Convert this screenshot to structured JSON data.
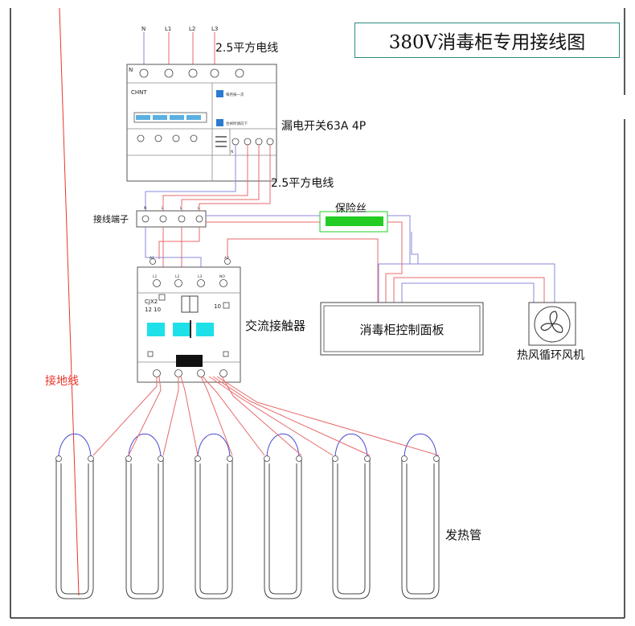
{
  "title": "380V消毒柜专用接线图",
  "wire_label_top": "2.5平方电线",
  "wire_label_mid": "2.5平方电线",
  "breaker": {
    "label": "漏电开关63A  4P",
    "brand": "CHNT",
    "top_terminals": [
      "N",
      "L1",
      "L2",
      "L3"
    ],
    "corner_n": "N",
    "bottom_n": "N",
    "note1": "每月按一次",
    "note2": "合闸时请向下"
  },
  "terminal_block": {
    "label": "接线端子",
    "terminals": [
      "N",
      "L",
      "L",
      "L"
    ]
  },
  "fuse_label": "保险丝",
  "contactor": {
    "label": "交流接触器",
    "model": "CJX2",
    "rating": "12  10",
    "aux": "10",
    "coil_a1": "A1",
    "coil_a2": "A2",
    "terminals": [
      "L1",
      "L2",
      "L3",
      "NO"
    ]
  },
  "control_panel_label": "消毒柜控制面板",
  "fan_label": "热风循环风机",
  "ground_label": "接地线",
  "heater_label": "发热管",
  "colors": {
    "ground_wire": "#e8362b",
    "live_wire": "#e86a6a",
    "neutral_wire": "#8a8ad8",
    "fuse": "#22cc22",
    "contactor_window": "#1ee0e8",
    "title_border": "#2a8a80"
  }
}
